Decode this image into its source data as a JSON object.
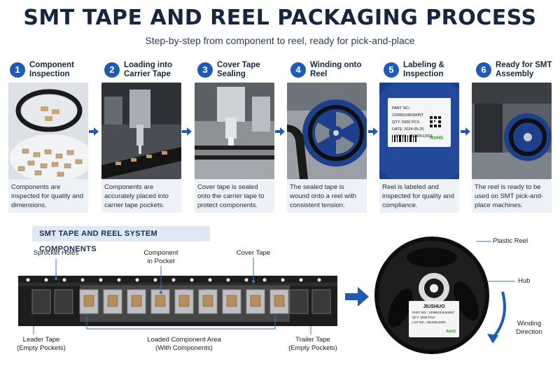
{
  "header": {
    "title": "SMT TAPE AND REEL PACKAGING PROCESS",
    "subtitle": "Step-by-step from component to reel, ready for pick-and-place"
  },
  "steps": [
    {
      "number": "1",
      "title": "Component Inspection",
      "description": "Components are inspected for quality and dimensions."
    },
    {
      "number": "2",
      "title": "Loading into Carrier Tape",
      "description": "Components are accurately placed into carrier tape pockets."
    },
    {
      "number": "3",
      "title": "Cover Tape Sealing",
      "description": "Cover tape is sealed onto the carrier tape to protect components."
    },
    {
      "number": "4",
      "title": "Winding onto Reel",
      "description": "The sealed tape is wound onto a reel with consistent tension."
    },
    {
      "number": "5",
      "title": "Labeling & Inspection",
      "description": "Reel is labeled and inspected for quality and compliance."
    },
    {
      "number": "6",
      "title": "Ready for SMT Assembly",
      "description": "The reel is ready to be used on SMT pick-and-place machines."
    }
  ],
  "label_card": {
    "part_no": "PART NO.: 1206B104K500NT",
    "qty": "QTY: 5000 PCS",
    "date": "DATE: 2024-05-20",
    "lot_no": "LOT NO.: J5240512001",
    "rohs": "RoHS"
  },
  "components_section": {
    "title": "SMT TAPE AND REEL SYSTEM COMPONENTS",
    "callouts": {
      "sprocket_holes": "Sprocket Holes",
      "component_in_pocket_line1": "Component",
      "component_in_pocket_line2": "in Pocket",
      "cover_tape": "Cover Tape",
      "leader_tape_line1": "Leader Tape",
      "leader_tape_line2": "(Empty Pockets)",
      "loaded_area_line1": "Loaded Component Area",
      "loaded_area_line2": "(With Components)",
      "trailer_tape_line1": "Trailer Tape",
      "trailer_tape_line2": "(Empty Pockets)",
      "plastic_reel": "Plastic Reel",
      "hub": "Hub",
      "winding_line1": "Winding",
      "winding_line2": "Direction"
    },
    "reel_label": {
      "brand": "JIUSHUO",
      "part_no": "PART NO.: 1206B104K500NT",
      "qty": "QTY: 5000 PCS",
      "lot_no": "LOT NO.: J5240512001",
      "rohs": "RoHS"
    }
  },
  "colors": {
    "title": "#16263f",
    "accent_blue": "#1f5bb5",
    "card_bg": "#eef1f6",
    "section_label_bg": "#dfe8f5",
    "tape_black": "#1d1d1d"
  }
}
